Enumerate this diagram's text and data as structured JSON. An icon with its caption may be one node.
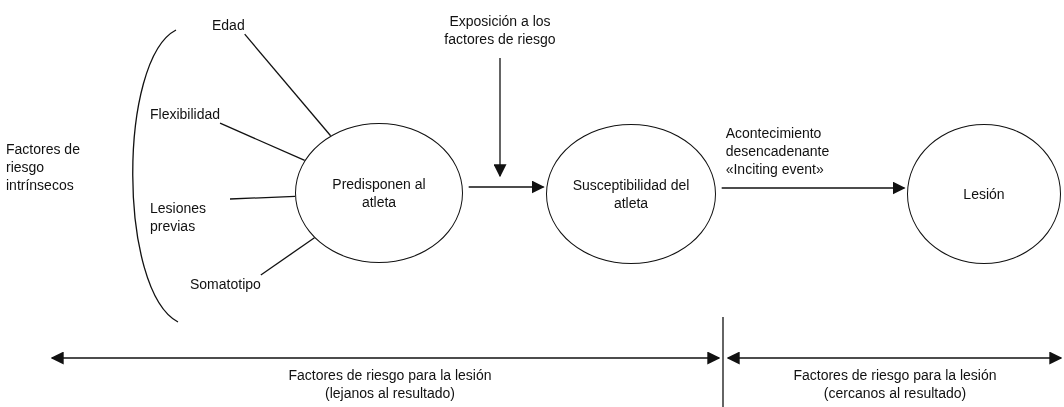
{
  "diagram": {
    "nodes": [
      {
        "text": [
          "Edad"
        ]
      },
      {
        "text": [
          "Flexibilidad"
        ]
      },
      {
        "text": [
          "Lesiones previas"
        ]
      },
      {
        "text": [
          "Somatotipo"
        ]
      },
      {
        "text": [
          "Predisponen al atleta"
        ]
      },
      {
        "text": [
          "Exposición a los factores de riesgo"
        ]
      },
      {
        "text": [
          "Susceptibilidad del atleta"
        ]
      },
      {
        "text": [
          "Lesión"
        ]
      }
    ],
    "edges": [
      {
        "from": 0,
        "to": 4,
        "arrow": "none"
      },
      {
        "from": 1,
        "to": 4,
        "arrow": "none"
      },
      {
        "from": 2,
        "to": 4,
        "arrow": "none"
      },
      {
        "from": 3,
        "to": 4,
        "arrow": "none"
      },
      {
        "from": 4,
        "to": 6,
        "arrow": "to"
      },
      {
        "from": 5,
        "to": null,
        "arrow": "to"
      },
      {
        "from": 6,
        "to": 7,
        "arrow": "to",
        "label": "Acontecimiento desencadenante «Inciting event»"
      }
    ],
    "labels": [
      "Factores de riesgo intrínsecos",
      "Factores de riesgo para la lesión (lejanos al resultado)",
      "Factores de riesgo para la lesión (cercanos al resultado)"
    ]
  }
}
